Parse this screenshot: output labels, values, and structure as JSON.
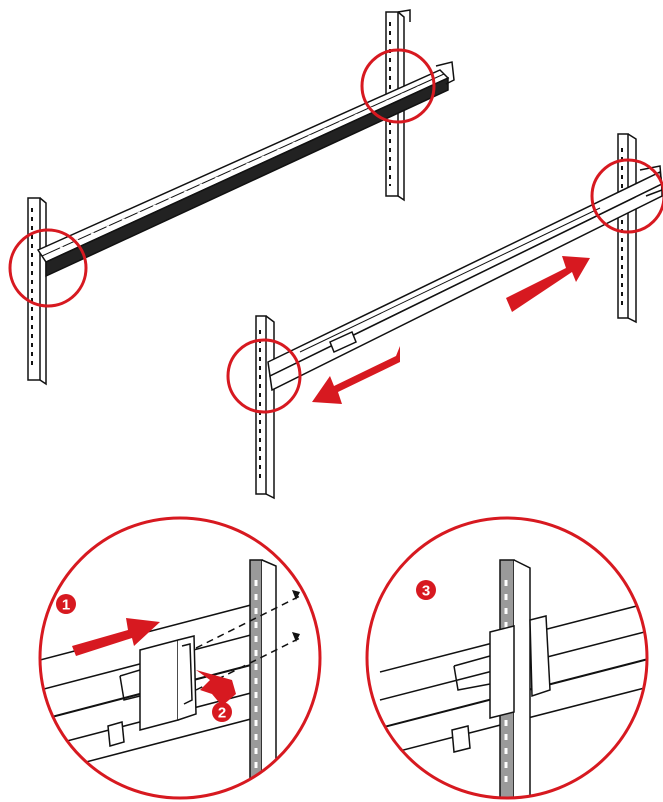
{
  "colors": {
    "accent": "#d71920",
    "line": "#111111",
    "post_fill": "#ffffff",
    "post_shade": "#9a9a9a",
    "background": "#ffffff"
  },
  "steps": [
    {
      "label": "1",
      "icon": "arrow-right-icon"
    },
    {
      "label": "2",
      "icon": "arrow-up-left-icon"
    },
    {
      "label": "3",
      "icon": "latch-icon"
    }
  ]
}
